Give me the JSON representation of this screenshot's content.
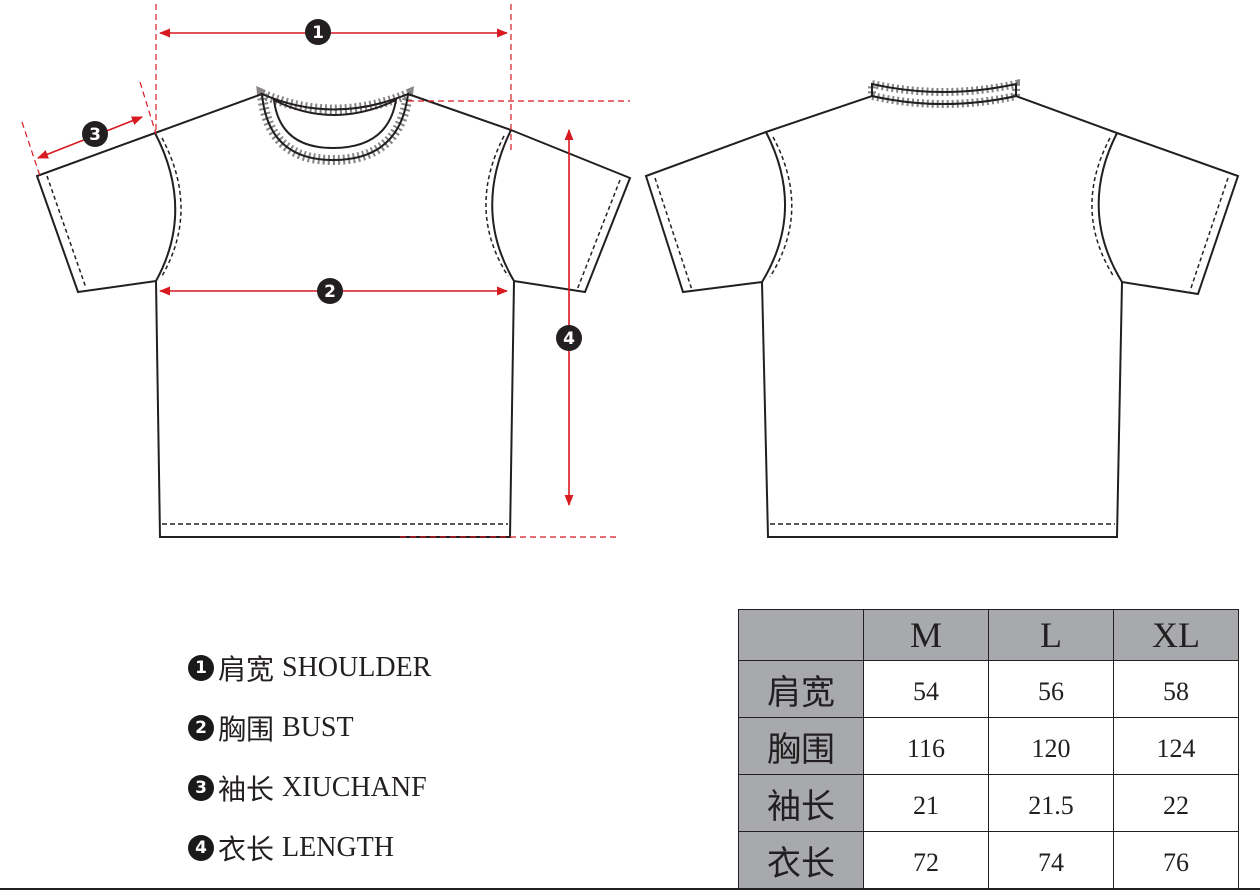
{
  "colors": {
    "accent": "#d71920",
    "table_header": "#a7a9ac",
    "ink": "#231f20"
  },
  "markers": [
    "1",
    "2",
    "3",
    "4"
  ],
  "legend": [
    {
      "num": "1",
      "cn": "肩宽",
      "en": "SHOULDER"
    },
    {
      "num": "2",
      "cn": "胸围",
      "en": "BUST"
    },
    {
      "num": "3",
      "cn": "袖长",
      "en": "XIUCHANF"
    },
    {
      "num": "4",
      "cn": "衣长",
      "en": "LENGTH"
    }
  ],
  "table": {
    "columns": [
      "M",
      "L",
      "XL"
    ],
    "rows": [
      {
        "label": "肩宽",
        "values": [
          "54",
          "56",
          "58"
        ]
      },
      {
        "label": "胸围",
        "values": [
          "116",
          "120",
          "124"
        ]
      },
      {
        "label": "袖长",
        "values": [
          "21",
          "21.5",
          "22"
        ]
      },
      {
        "label": "衣长",
        "values": [
          "72",
          "74",
          "76"
        ]
      }
    ]
  }
}
